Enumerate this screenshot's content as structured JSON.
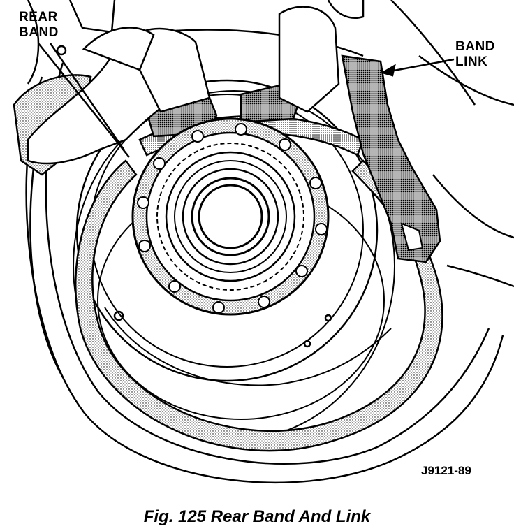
{
  "labels": {
    "rear_band": "REAR\nBAND",
    "band_link": "BAND\nLINK"
  },
  "figure_code": "J9121-89",
  "caption": "Fig. 125 Rear Band And Link"
}
